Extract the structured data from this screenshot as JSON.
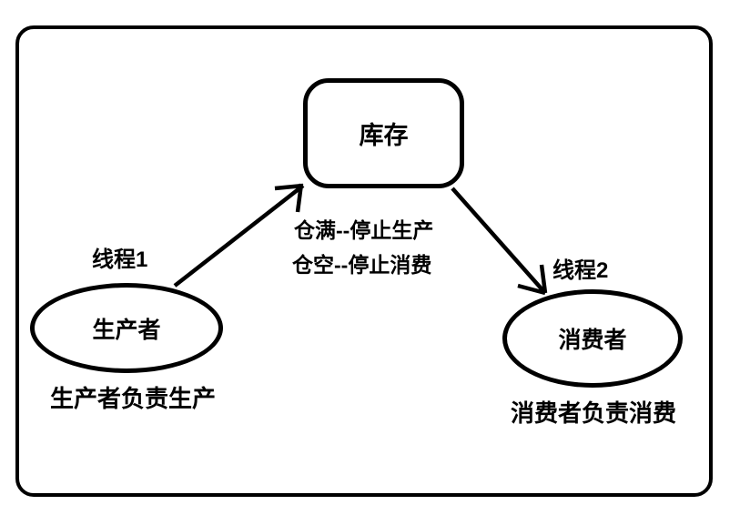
{
  "colors": {
    "stroke": "#000000",
    "background": "#ffffff",
    "text": "#000000"
  },
  "diagram": {
    "inventory": {
      "label": "库存"
    },
    "producer": {
      "thread": "线程1",
      "label": "生产者",
      "caption": "生产者负责生产"
    },
    "consumer": {
      "thread": "线程2",
      "label": "消费者",
      "caption": "消费者负责消费"
    },
    "rules": {
      "full": "仓满--停止生产",
      "empty": "仓空--停止消费"
    }
  }
}
